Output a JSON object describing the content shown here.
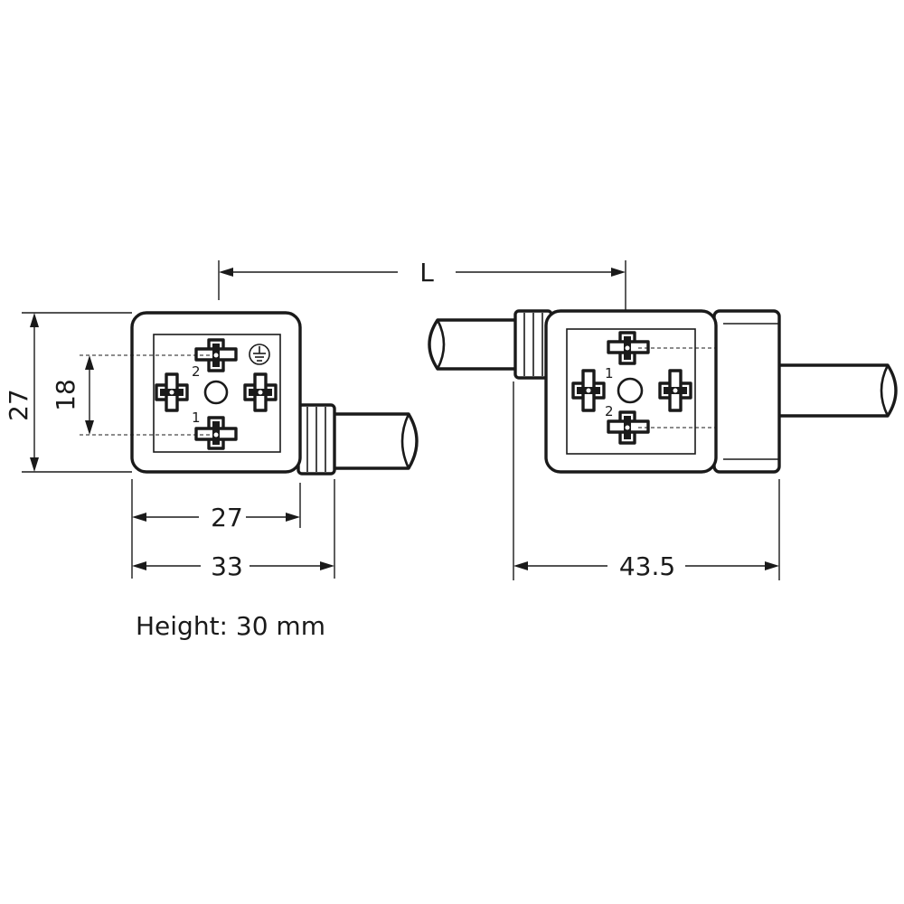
{
  "dimensions": {
    "length": "L",
    "front_height": "27",
    "pin_spacing": "18",
    "front_width_inner": "27",
    "front_width_outer": "33",
    "side_depth": "43.5"
  },
  "pin_labels": {
    "front_top": "2",
    "front_bottom": "1",
    "side_top": "1",
    "side_bottom": "2"
  },
  "caption": "Height: 30 mm",
  "icons": {
    "ground": "ground-icon"
  }
}
